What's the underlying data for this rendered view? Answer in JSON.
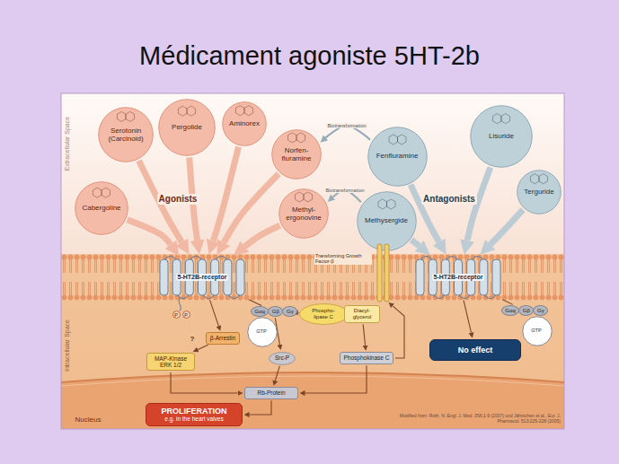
{
  "diagram": {
    "title": "Médicament agoniste 5HT-2b",
    "nodes": [
      {
        "text": [
          "Serotonin (Carcinoid)"
        ]
      },
      {
        "text": [
          "Pergolide"
        ]
      },
      {
        "text": [
          "Aminorex"
        ]
      },
      {
        "text": [
          "Norfen-fluramine"
        ]
      },
      {
        "text": [
          "Fenfluramine"
        ]
      },
      {
        "text": [
          "Lisuride"
        ]
      },
      {
        "text": [
          "Cabergoline"
        ]
      },
      {
        "text": [
          "Methyl-ergonovine"
        ]
      },
      {
        "text": [
          "Methysergide"
        ]
      },
      {
        "text": [
          "Terguride"
        ]
      },
      {
        "text": [
          "Transforming Growth Factor-β"
        ]
      },
      {
        "text": [
          "5-HT2B-receptor"
        ]
      },
      {
        "text": [
          "5-HT2B-receptor"
        ]
      },
      {
        "text": [
          "Gαq",
          "Gβ",
          "Gγ"
        ]
      },
      {
        "text": [
          "GTP"
        ]
      },
      {
        "text": [
          "Phospho-lipase C"
        ]
      },
      {
        "text": [
          "Diacyl-glycerol"
        ]
      },
      {
        "text": [
          "Gαq",
          "Gβ",
          "Gγ"
        ]
      },
      {
        "text": [
          "GTP"
        ]
      },
      {
        "text": [
          "β-Arrestin"
        ]
      },
      {
        "text": [
          "No effect"
        ]
      },
      {
        "text": [
          "MAP-Kinase ERK 1/2"
        ]
      },
      {
        "text": [
          "Src-P"
        ]
      },
      {
        "text": [
          "Phosphokinase C"
        ]
      },
      {
        "text": [
          "Rb-Protein"
        ]
      },
      {
        "text": [
          "PROLIFERATION",
          "e.g. in the heart valves"
        ]
      }
    ],
    "edges": [
      {
        "from": 0,
        "to": 11,
        "arrow": "to"
      },
      {
        "from": 1,
        "to": 11,
        "arrow": "to"
      },
      {
        "from": 2,
        "to": 11,
        "arrow": "to"
      },
      {
        "from": 3,
        "to": 11,
        "arrow": "to"
      },
      {
        "from": 7,
        "to": 11,
        "arrow": "to"
      },
      {
        "from": 6,
        "to": 11,
        "arrow": "to"
      },
      {
        "from": 4,
        "to": 12,
        "arrow": "to"
      },
      {
        "from": 5,
        "to": 12,
        "arrow": "to"
      },
      {
        "from": 9,
        "to": 12,
        "arrow": "to"
      },
      {
        "from": 8,
        "to": 12,
        "arrow": "to"
      },
      {
        "from": 4,
        "to": 3,
        "label": "Biotransformation",
        "arrow": "to"
      },
      {
        "from": 8,
        "to": 7,
        "label": "Biotransformation",
        "arrow": "to"
      },
      {
        "from": 11,
        "to": 19,
        "arrow": "to"
      },
      {
        "from": 19,
        "to": 21,
        "arrow": "to"
      },
      {
        "from": 11,
        "to": 13,
        "arrow": "none"
      },
      {
        "from": 13,
        "to": 15,
        "arrow": "to"
      },
      {
        "from": 15,
        "to": 16,
        "arrow": "to"
      },
      {
        "from": 16,
        "to": 23,
        "arrow": "to"
      },
      {
        "from": 23,
        "to": 10,
        "arrow": "to"
      },
      {
        "from": 13,
        "to": 22,
        "arrow": "to"
      },
      {
        "from": 22,
        "to": 24,
        "arrow": "to"
      },
      {
        "from": 21,
        "to": 24,
        "arrow": "to"
      },
      {
        "from": 23,
        "to": 24,
        "arrow": "to"
      },
      {
        "from": 24,
        "to": 25,
        "arrow": "to"
      },
      {
        "from": 12,
        "to": 20,
        "arrow": "to"
      },
      {
        "from": 12,
        "to": 17,
        "arrow": "none"
      }
    ],
    "labels": [
      "Extracellular Space",
      "Intracellular Space",
      "Agonists",
      "Antagonists",
      "P",
      "P",
      "?",
      "Nucleus",
      "Modified from: Roth, N. Engl. J. Med. 356:1-9 (2007) und Jähnichen et al., Eur. J. Pharmacol. 513:225-228 (2005)"
    ]
  }
}
